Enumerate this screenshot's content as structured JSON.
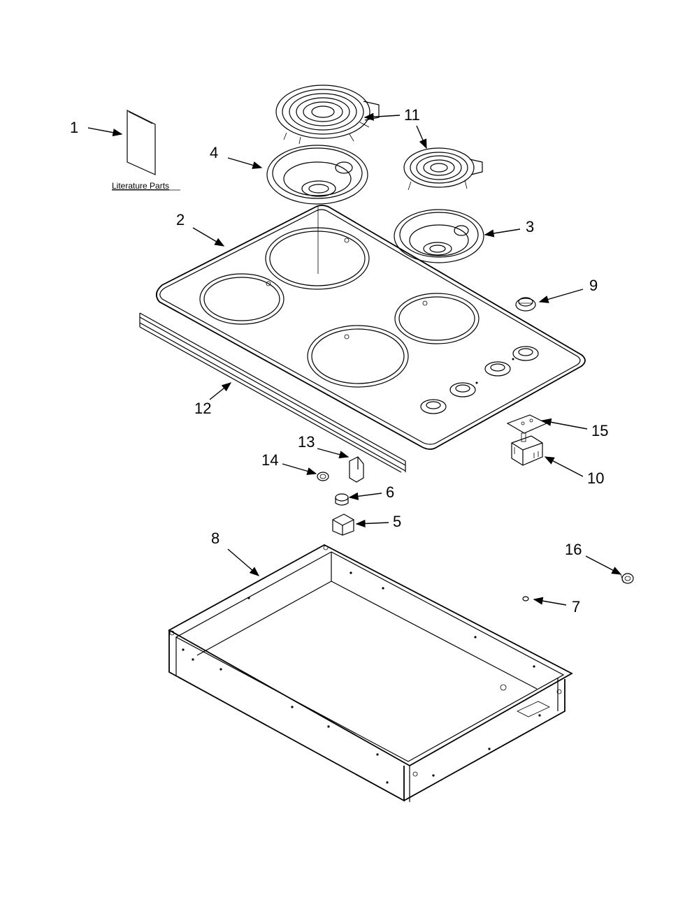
{
  "diagram": {
    "literature_label": "Literature Parts",
    "callouts": {
      "c1": "1",
      "c2": "2",
      "c3": "3",
      "c4": "4",
      "c5": "5",
      "c6": "6",
      "c7": "7",
      "c8": "8",
      "c9": "9",
      "c10": "10",
      "c11": "11",
      "c12": "12",
      "c13": "13",
      "c14": "14",
      "c15": "15",
      "c16": "16"
    }
  },
  "colors": {
    "ink": "#000000",
    "paper": "#ffffff"
  }
}
